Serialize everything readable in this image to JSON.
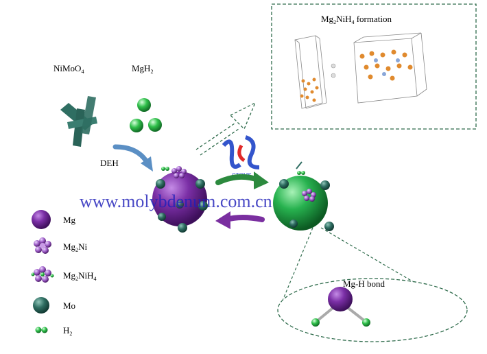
{
  "labels": {
    "nimoo4_main": "NiMoO",
    "nimoo4_sub": "4",
    "mgh2_main": "MgH",
    "mgh2_sub": "2",
    "deh": "DEH",
    "inset_title_a": "Mg",
    "inset_title_sub1": "2",
    "inset_title_b": "NiH",
    "inset_title_sub2": "4",
    "inset_title_c": " formation",
    "bond_label": "Mg-H bond",
    "watermark": "www.molybdenum.com.cn",
    "logo_text": "CTOMS"
  },
  "legend": [
    {
      "name": "mg",
      "parts": [
        "Mg",
        "",
        ""
      ],
      "icon": "purple-sphere-icon"
    },
    {
      "name": "mg2ni",
      "parts": [
        "Mg",
        "2",
        "Ni"
      ],
      "icon": "mg2ni-cluster-icon"
    },
    {
      "name": "mg2nih4",
      "parts": [
        "Mg",
        "2",
        "NiH"
      ],
      "sub2": "4",
      "icon": "mg2nih4-cluster-icon"
    },
    {
      "name": "mo",
      "parts": [
        "Mo",
        "",
        ""
      ],
      "icon": "teal-sphere-icon"
    },
    {
      "name": "h2",
      "parts": [
        "H",
        "2",
        ""
      ],
      "icon": "green-dimer-icon"
    }
  ],
  "colors": {
    "mg": "#7b2fa6",
    "mg_light": "#b07ad6",
    "mo": "#2f6e62",
    "h": "#2fbf4a",
    "green_sphere": "#27b24f",
    "arrow_blue": "#5b8fc4",
    "arrow_green": "#2c8a3e",
    "arrow_purple": "#7a2fa0",
    "dash": "#2e6b4b",
    "watermark": "#2020b8"
  }
}
